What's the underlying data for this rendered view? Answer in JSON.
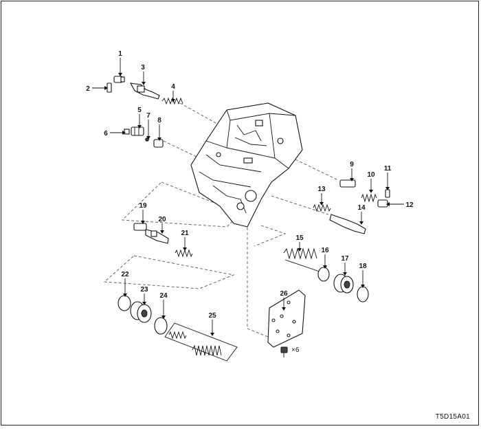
{
  "diagram": {
    "callouts": [
      "1",
      "2",
      "3",
      "4",
      "5",
      "6",
      "7",
      "8",
      "9",
      "10",
      "11",
      "12",
      "13",
      "14",
      "15",
      "16",
      "17",
      "18",
      "19",
      "20",
      "21",
      "22",
      "23",
      "24",
      "25",
      "26"
    ],
    "quantity_note": "×6",
    "reference_code": "T5D15A01"
  }
}
